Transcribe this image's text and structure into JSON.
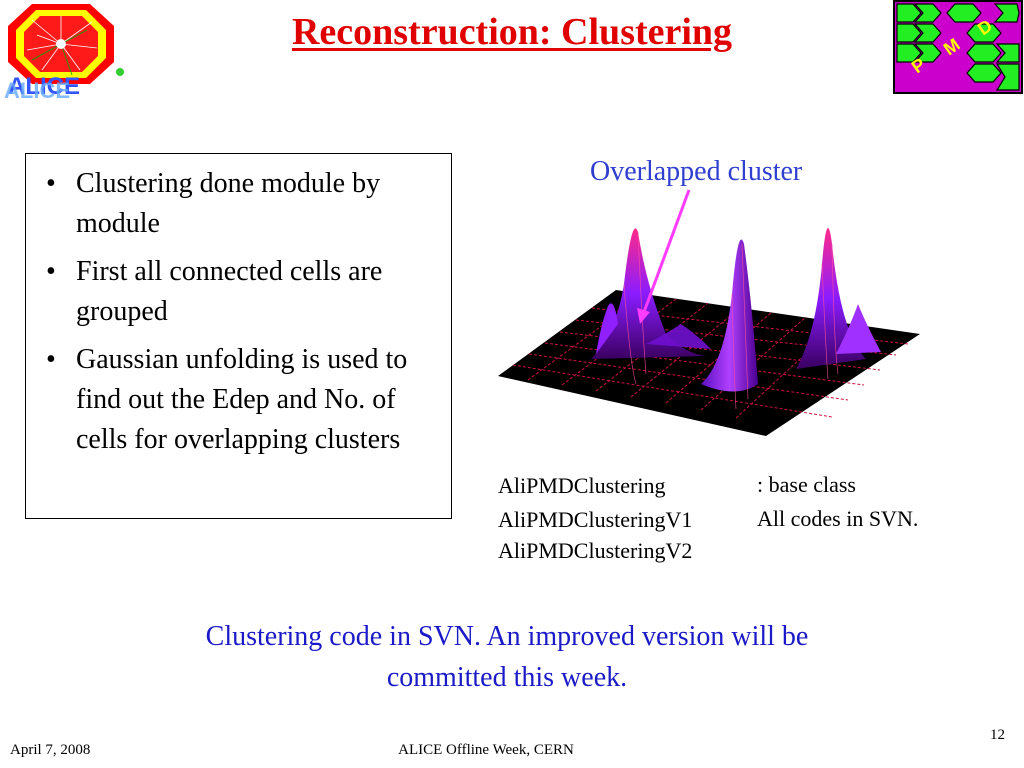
{
  "header": {
    "title": "Reconstruction: Clustering",
    "left_logo": "ALICE",
    "right_logo": {
      "letters": [
        "P",
        "M",
        "D"
      ]
    }
  },
  "bullets": [
    "Clustering done module by module",
    "First all connected cells are grouped",
    "Gaussian unfolding is used to find out the Edep and No. of cells for overlapping clusters"
  ],
  "figure": {
    "annotation": "Overlapped cluster",
    "annotation_color": "#2f3fcf",
    "arrow_color": "#ff3cff"
  },
  "classes": [
    {
      "name": "AliPMDClustering",
      "desc": ": base class"
    },
    {
      "name": "AliPMDClusteringV1",
      "desc": "All codes in SVN."
    },
    {
      "name": "AliPMDClusteringV2",
      "desc": ""
    }
  ],
  "note": {
    "line1": "Clustering code in SVN. An improved version will be",
    "line2": "committed this week."
  },
  "footer": {
    "date": "April 7, 2008",
    "event": "ALICE Offline Week, CERN",
    "page_number": "12"
  },
  "colors": {
    "title": "#e00000",
    "note": "#1a1ac8",
    "bullet_dot": "#000000"
  }
}
